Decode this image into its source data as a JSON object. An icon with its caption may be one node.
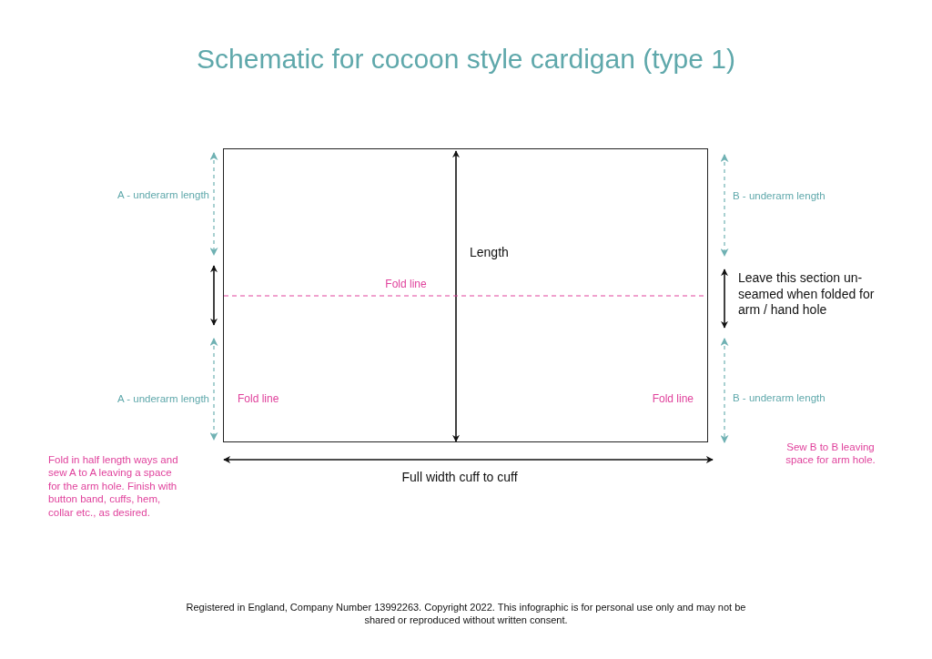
{
  "diagram": {
    "title": "Schematic for cocoon style cardigan (type 1)",
    "nodes": [
      {
        "text": [
          "Length",
          "Fold line",
          "Fold line",
          "Fold line"
        ]
      }
    ],
    "labels": [
      "A - underarm length",
      "B - underarm length",
      "Leave this section un-seamed when folded for arm / hand hole",
      "A - underarm length",
      "B - underarm length",
      "Fold in half length ways and sew A to A leaving a space for the arm hole. Finish with button band, cuffs, hem, collar etc., as desired.",
      "Full width cuff to cuff",
      "Sew B to B leaving space for arm hole.",
      "Registered in England, Company Number 13992263. Copyright 2022. This infographic is for personal use only and may not be shared or reproduced without written consent."
    ]
  }
}
